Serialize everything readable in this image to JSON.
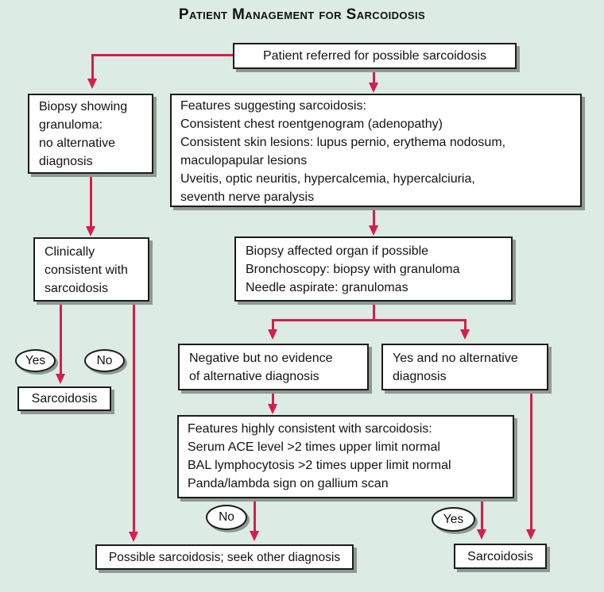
{
  "title": "Patient Management for Sarcoidosis",
  "colors": {
    "arrow": "#d41f4b",
    "background": "#dcebe3",
    "box_fill": "#ffffff",
    "box_border": "#1c1c1c",
    "shadow": "#8e9992",
    "text": "#131313"
  },
  "boxes": {
    "referral": "Patient referred for possible sarcoidosis",
    "biopsy_granuloma": "Biopsy showing\ngranuloma:\nno alternative\ndiagnosis",
    "features_suggesting": "Features suggesting sarcoidosis:\nConsistent chest roentgenogram (adenopathy)\nConsistent skin lesions: lupus pernio, erythema nodosum,\nmaculopapular lesions\nUveitis, optic neuritis, hypercalcemia, hypercalciuria,\nseventh nerve paralysis",
    "clinically_consistent": "Clinically\nconsistent with\nsarcoidosis",
    "biopsy_affected": "Biopsy affected organ if possible\nBronchoscopy: biopsy with granuloma\nNeedle aspirate: granulomas",
    "negative_no_evidence": "Negative but no evidence\nof alternative diagnosis",
    "yes_no_alternative": "Yes and no alternative\ndiagnosis",
    "features_highly": "Features highly consistent with sarcoidosis:\nSerum ACE level >2 times upper limit normal\nBAL lymphocytosis >2 times upper limit normal\nPanda/lambda sign on gallium scan",
    "sarcoidosis_left": "Sarcoidosis",
    "possible_sarcoidosis": "Possible sarcoidosis; seek other diagnosis",
    "sarcoidosis_right": "Sarcoidosis"
  },
  "decisions": {
    "yes_left": "Yes",
    "no_left": "No",
    "no_bottom": "No",
    "yes_bottom": "Yes"
  }
}
